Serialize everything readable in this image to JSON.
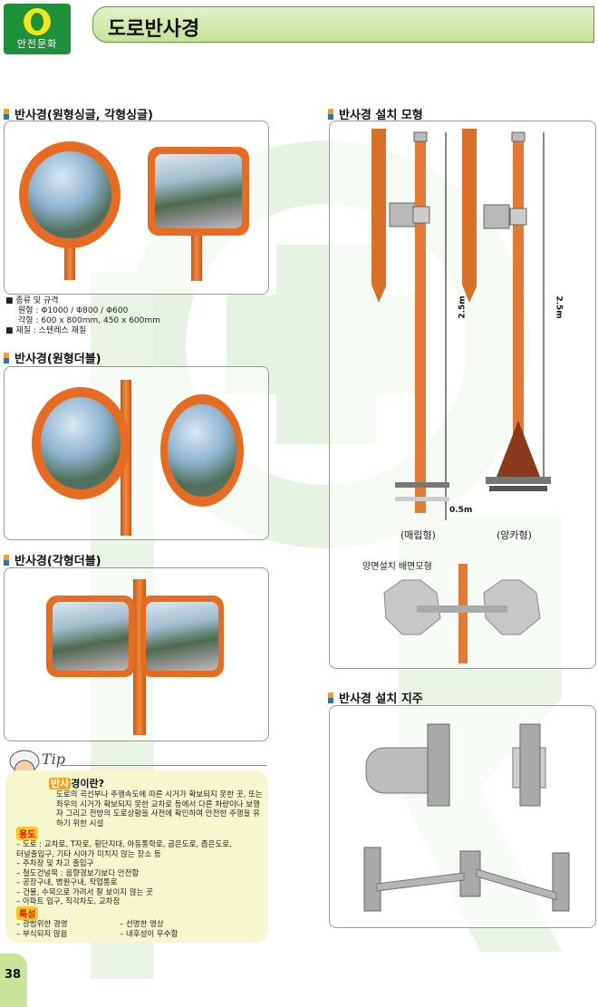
{
  "header": {
    "logo_text": "안전문화",
    "title": "도로반사경"
  },
  "sections": {
    "single": "반사경(원형싱글, 각형싱글)",
    "round_double": "반사경(원형더블)",
    "square_double": "반사경(각형더블)",
    "install_model": "반사경 설치 모형",
    "install_pole": "반사경 설치 지주"
  },
  "spec": {
    "line1": "■ 종류 및 규격",
    "line2": "원형 : Φ1000 / Φ800 / Φ600",
    "line3": "각형 : 600 x 800mm, 450 x 600mm",
    "line4": "■ 재질 : 스텐레스 재질"
  },
  "install": {
    "dim_a": "2.5m",
    "dim_b": "2.5m",
    "dim_c": "0.5m",
    "cap_buried": "(매립형)",
    "cap_anchor": "(앙카형)",
    "double_side": "양면설치 배면모형"
  },
  "tip": {
    "word": "Tip",
    "question_hl": "반사",
    "question_rest": "경이란?",
    "definition": "도로의 곡선부나 주행속도에 따른 시거가 확보되지 못한 곳, 또는 좌우의 시거가 확보되지 못한 교차로 등에서 다른 차량이나 보행자 그리고 전방의 도로상황을 사전에 확인하여 안전한 주행을 유하기 위한 시설",
    "usage_label": "용도",
    "usage": [
      "– 도로 : 교차로, T자로, 횡단지대, 아동통학로, 굽은도로, 좁은도로,",
      "        터널출입구, 기타 시야가 미치지 않는 장소 등",
      "– 주차장 및 차고 출입구",
      "– 철도건널목 : 음향경보기보다 안전함",
      "– 공장구내, 병원구내, 작업통로",
      "– 건물, 수목으로 가려서 잘 보이지 않는 곳",
      "– 아파트 입구, 직각차도, 교차점"
    ],
    "feature_label": "특성",
    "features_left": [
      "– 광범위한 경영",
      "– 부식되지 않음"
    ],
    "features_right": [
      "– 선명한 영상",
      "– 내후성이 우수함"
    ]
  },
  "page_number": "38",
  "colors": {
    "accent_green": "#1e8f3a",
    "title_bg": "#c7e29a",
    "pole_orange": "#e56c22",
    "tip_bg": "#f6f7cf"
  }
}
